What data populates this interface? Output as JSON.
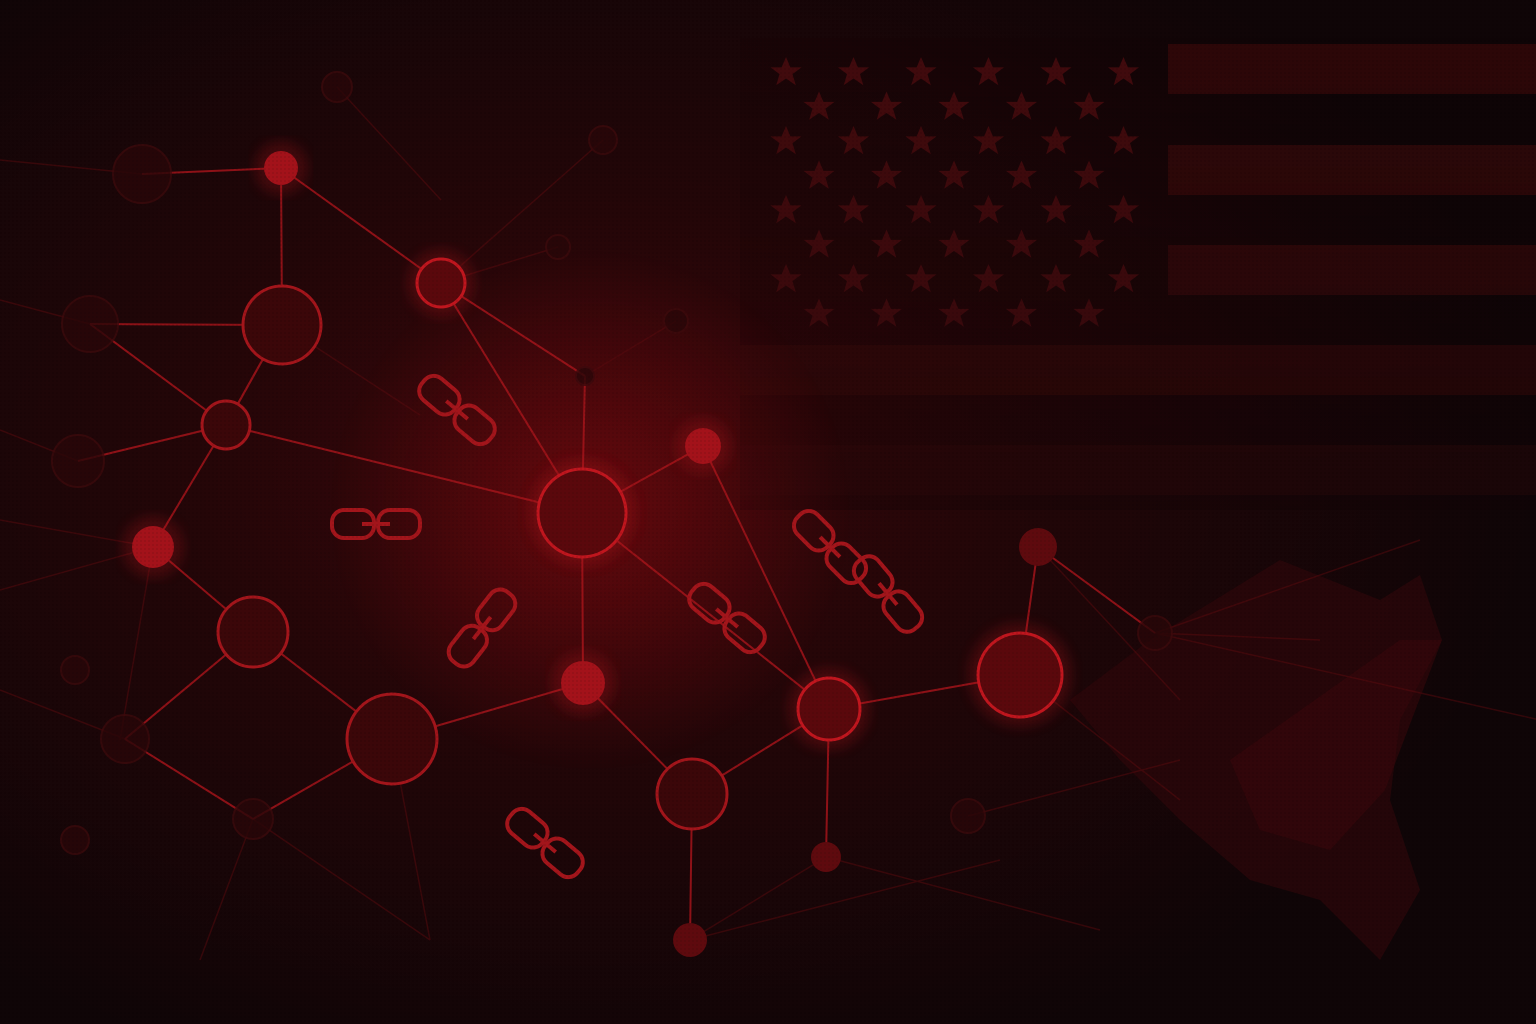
{
  "scene": {
    "subject": "blockchain-network-over-us-flag",
    "palette": {
      "background_dark": "#120608",
      "background_mid": "#2a0709",
      "glow": "#8a0a10",
      "accent": "#c0161e",
      "node_fill": "#3b0709",
      "node_fill_bright": "#7a0a0f",
      "link_stroke": "#a3151b",
      "flag_stripe": "#3a0a0c",
      "flag_star": "#3f0b0d"
    },
    "icons": {
      "node": "network-node-icon",
      "chain": "chain-link-icon",
      "star": "star-icon",
      "map": "us-map-silhouette"
    },
    "flag": {
      "star_rows": 8,
      "stripe_count": 8
    }
  }
}
